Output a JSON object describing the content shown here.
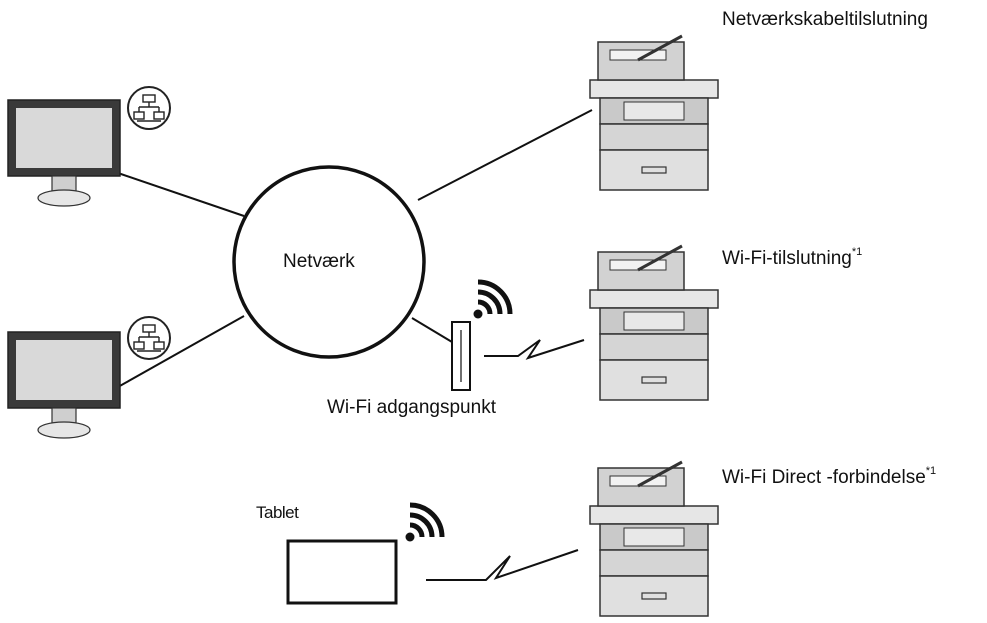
{
  "network": {
    "label": "Netværk"
  },
  "access_point": {
    "label": "Wi-Fi adgangspunkt"
  },
  "tablet": {
    "label": "Tablet"
  },
  "connections": {
    "wired": {
      "label": "Netværkskabeltilslutning"
    },
    "wifi": {
      "label": "Wi-Fi-tilslutning",
      "note": "*1"
    },
    "wifi_direct": {
      "label": "Wi-Fi Direct -forbindelse",
      "note": "*1"
    }
  },
  "colors": {
    "line": "#111111",
    "printer_light": "#e3e3e3",
    "printer_mid": "#c9c9c9",
    "printer_dark": "#5a5a5a",
    "monitor_frame": "#3a3a3a",
    "monitor_screen": "#d9d9d9"
  },
  "icons": [
    "computer-icon",
    "lan-icon",
    "printer-icon",
    "wifi-icon",
    "access-point-icon",
    "tablet-icon"
  ]
}
